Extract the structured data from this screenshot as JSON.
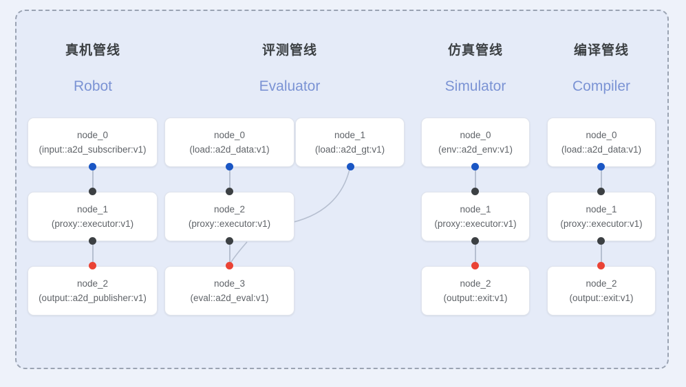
{
  "diagram": {
    "title_cn_group": "管线",
    "columns": [
      {
        "id": "robot",
        "title_cn": "真机管线",
        "title_en": "Robot",
        "nodes": [
          {
            "name": "node_0",
            "impl": "(input::a2d_subscriber:v1)"
          },
          {
            "name": "node_1",
            "impl": "(proxy::executor:v1)"
          },
          {
            "name": "node_2",
            "impl": "(output::a2d_publisher:v1)"
          }
        ]
      },
      {
        "id": "evaluator",
        "title_cn": "评测管线",
        "title_en": "Evaluator",
        "nodes": [
          {
            "name": "node_0",
            "impl": "(load::a2d_data:v1)"
          },
          {
            "name": "node_2",
            "impl": "(proxy::executor:v1)"
          },
          {
            "name": "node_3",
            "impl": "(eval::a2d_eval:v1)"
          }
        ],
        "side_nodes": [
          {
            "name": "node_1",
            "impl": "(load::a2d_gt:v1)"
          }
        ]
      },
      {
        "id": "simulator",
        "title_cn": "仿真管线",
        "title_en": "Simulator",
        "nodes": [
          {
            "name": "node_0",
            "impl": "(env::a2d_env:v1)"
          },
          {
            "name": "node_1",
            "impl": "(proxy::executor:v1)"
          },
          {
            "name": "node_2",
            "impl": "(output::exit:v1)"
          }
        ]
      },
      {
        "id": "compiler",
        "title_cn": "编译管线",
        "title_en": "Compiler",
        "nodes": [
          {
            "name": "node_0",
            "impl": "(load::a2d_data:v1)"
          },
          {
            "name": "node_1",
            "impl": "(proxy::executor:v1)"
          },
          {
            "name": "node_2",
            "impl": "(output::exit:v1)"
          }
        ]
      }
    ],
    "colors": {
      "page_background": "#eef2fa",
      "panel_background": "#e5ebf8",
      "panel_border": "#9aa3b2",
      "node_background": "#ffffff",
      "node_border": "#dfe3ec",
      "node_text": "#5f6368",
      "title_cn_color": "#3c4043",
      "title_en_color": "#7b93d4",
      "port_out": "#1a56c4",
      "port_in": "#3c4043",
      "port_fail": "#ea4335",
      "edge_line": "#b6bfd0"
    }
  }
}
